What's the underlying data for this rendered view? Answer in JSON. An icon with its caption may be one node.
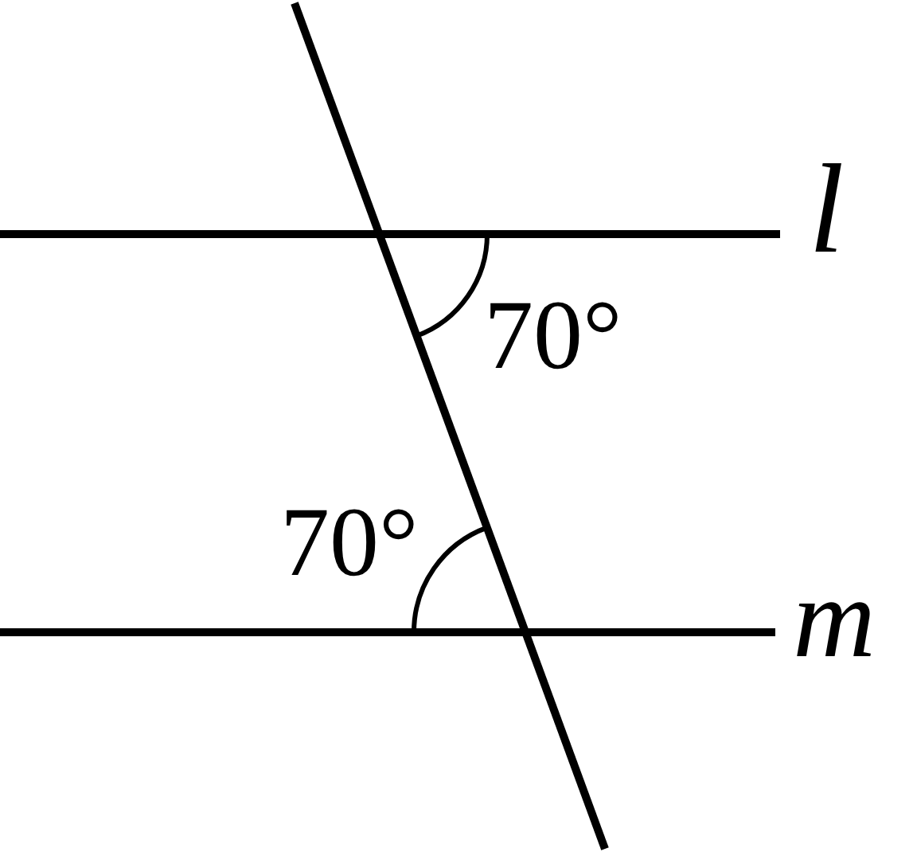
{
  "diagram": {
    "labels": [
      "l",
      "70°",
      "70°",
      "m"
    ]
  }
}
